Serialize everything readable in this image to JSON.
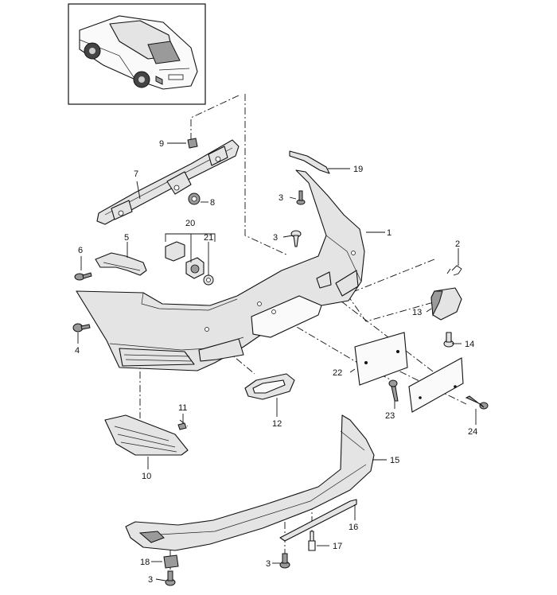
{
  "diagram": {
    "callouts": {
      "c1": "1",
      "c2": "2",
      "c3a": "3",
      "c3b": "3",
      "c3c": "3",
      "c3d": "3",
      "c4": "4",
      "c5": "5",
      "c6": "6",
      "c7": "7",
      "c8": "8",
      "c9": "9",
      "c10": "10",
      "c11": "11",
      "c12": "12",
      "c13": "13",
      "c14": "14",
      "c15": "15",
      "c16": "16",
      "c17": "17",
      "c18": "18",
      "c19": "19",
      "c20": "20",
      "c21": "21",
      "c22": "22",
      "c23": "23",
      "c24": "24"
    }
  }
}
